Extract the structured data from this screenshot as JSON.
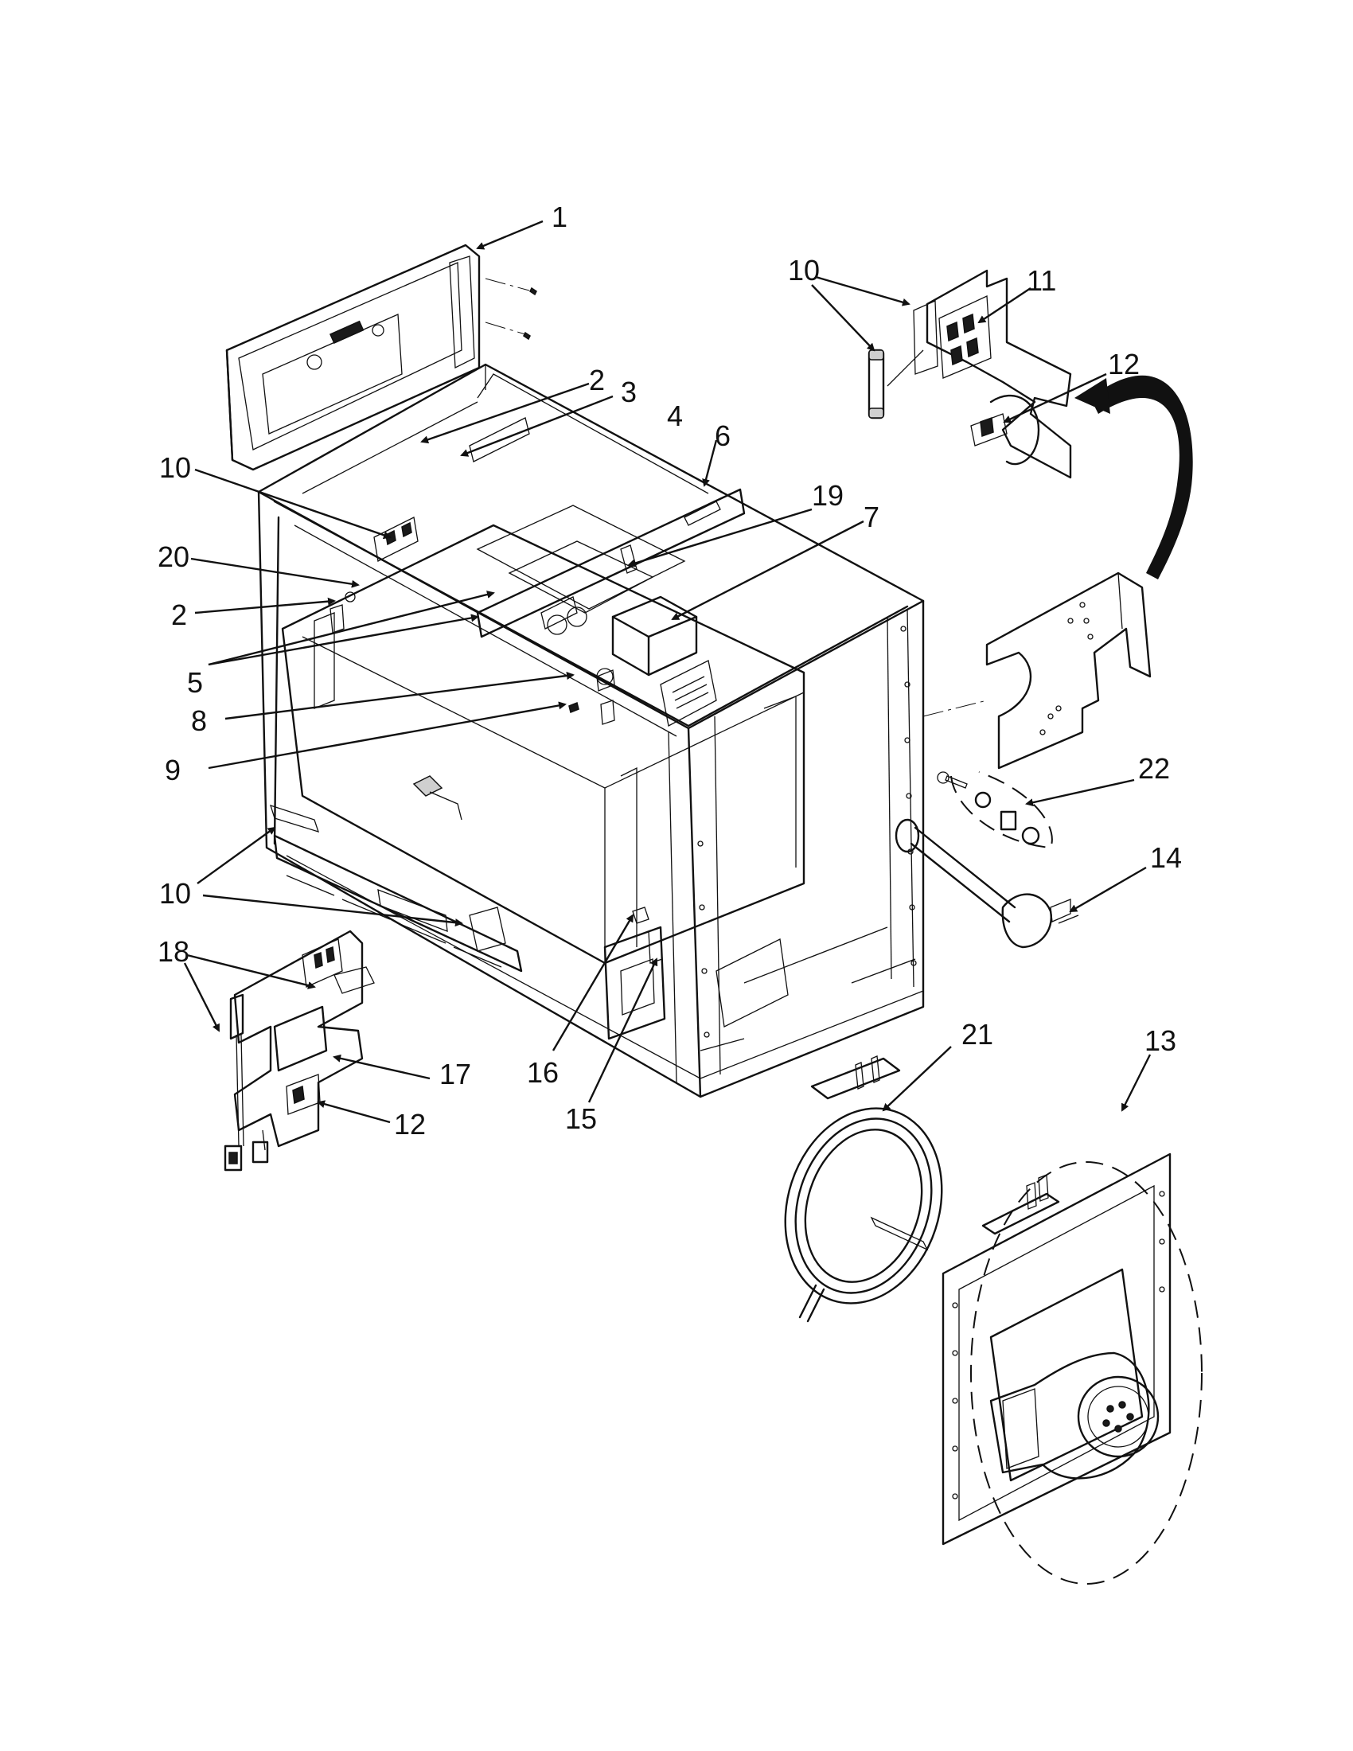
{
  "callouts": [
    {
      "id": "1",
      "label": "1"
    },
    {
      "id": "2a",
      "label": "2"
    },
    {
      "id": "2b",
      "label": "2"
    },
    {
      "id": "3",
      "label": "3"
    },
    {
      "id": "4",
      "label": "4"
    },
    {
      "id": "5",
      "label": "5"
    },
    {
      "id": "6",
      "label": "6"
    },
    {
      "id": "7",
      "label": "7"
    },
    {
      "id": "8",
      "label": "8"
    },
    {
      "id": "9",
      "label": "9"
    },
    {
      "id": "10a",
      "label": "10"
    },
    {
      "id": "10b",
      "label": "10"
    },
    {
      "id": "10c",
      "label": "10"
    },
    {
      "id": "11",
      "label": "11"
    },
    {
      "id": "12a",
      "label": "12"
    },
    {
      "id": "12b",
      "label": "12"
    },
    {
      "id": "13",
      "label": "13"
    },
    {
      "id": "14",
      "label": "14"
    },
    {
      "id": "15",
      "label": "15"
    },
    {
      "id": "16",
      "label": "16"
    },
    {
      "id": "17",
      "label": "17"
    },
    {
      "id": "18",
      "label": "18"
    },
    {
      "id": "19",
      "label": "19"
    },
    {
      "id": "20",
      "label": "20"
    },
    {
      "id": "21",
      "label": "21"
    },
    {
      "id": "22",
      "label": "22"
    }
  ]
}
